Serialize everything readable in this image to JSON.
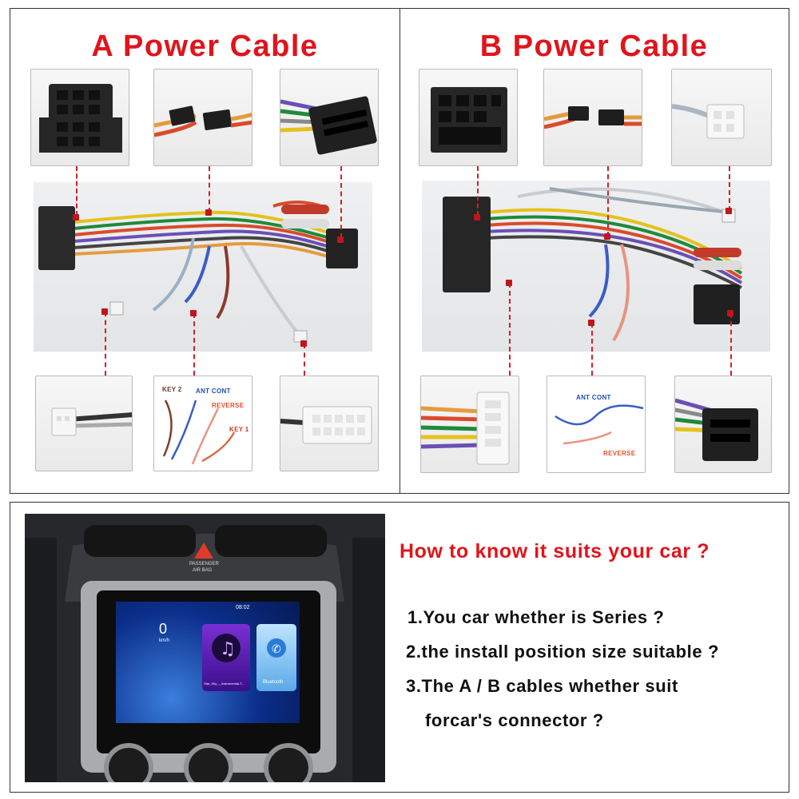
{
  "panel_a": {
    "title": "A Power Cable",
    "labels": {
      "key2": "KEY 2",
      "ant_cont": "ANT CONT",
      "reverse": "REVERSE",
      "key1": "KEY 1"
    }
  },
  "panel_b": {
    "title": "B Power Cable",
    "labels": {
      "ant_cont": "ANT CONT",
      "reverse": "REVERSE"
    }
  },
  "info": {
    "question": "How to know it suits your car ?",
    "items": [
      "1.You car whether is Series ?",
      "2.the install position size suitable ?",
      "3.The A / B cables whether suit",
      "forcar's connector ?"
    ]
  },
  "head_unit": {
    "airbag_label_1": "PASSENGER",
    "airbag_label_2": "AIR BAG",
    "time": "08:02",
    "speed": "0",
    "speed_unit": "km/h",
    "music_caption": "Star_Sky_-_Instrumental-T...",
    "bluetooth_label": "Bluetooth"
  },
  "colors": {
    "title_red": "#e0141c",
    "leader_red": "#d02028",
    "label_blue": "#1f4fb4",
    "label_orange": "#e5502a"
  }
}
